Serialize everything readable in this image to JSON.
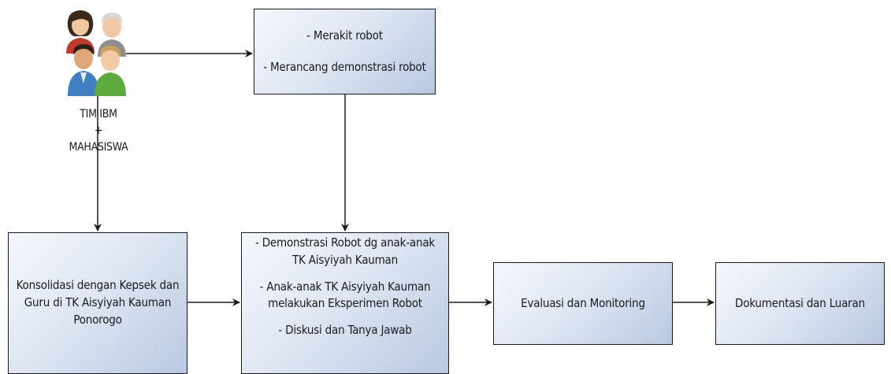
{
  "diagram": {
    "team": {
      "icon": "group-people-icon",
      "label_lines": [
        "TIM IBM",
        "+",
        "MAHASISWA"
      ]
    },
    "boxes": {
      "rakit": {
        "lines": [
          "- Merakit robot",
          "- Merancang demonstrasi robot"
        ]
      },
      "konsolidasi": {
        "lines": [
          "Konsolidasi dengan Kepsek dan",
          "Guru di TK Aisyiyah Kauman",
          "Ponorogo"
        ]
      },
      "demo": {
        "lines": [
          "- Demonstrasi Robot dg anak-anak",
          "TK Aisyiyah Kauman",
          "",
          "- Anak-anak TK Aisyiyah Kauman",
          "melakukan Eksperimen Robot",
          "",
          "- Diskusi dan Tanya Jawab"
        ]
      },
      "eval": {
        "lines": [
          "Evaluasi dan Monitoring"
        ]
      },
      "dok": {
        "lines": [
          "Dokumentasi dan Luaran"
        ]
      }
    },
    "colors": {
      "box_fill_light": "#f4f7fc",
      "box_fill_dark": "#b9c8e0",
      "stroke": "#1b1b1b"
    }
  }
}
